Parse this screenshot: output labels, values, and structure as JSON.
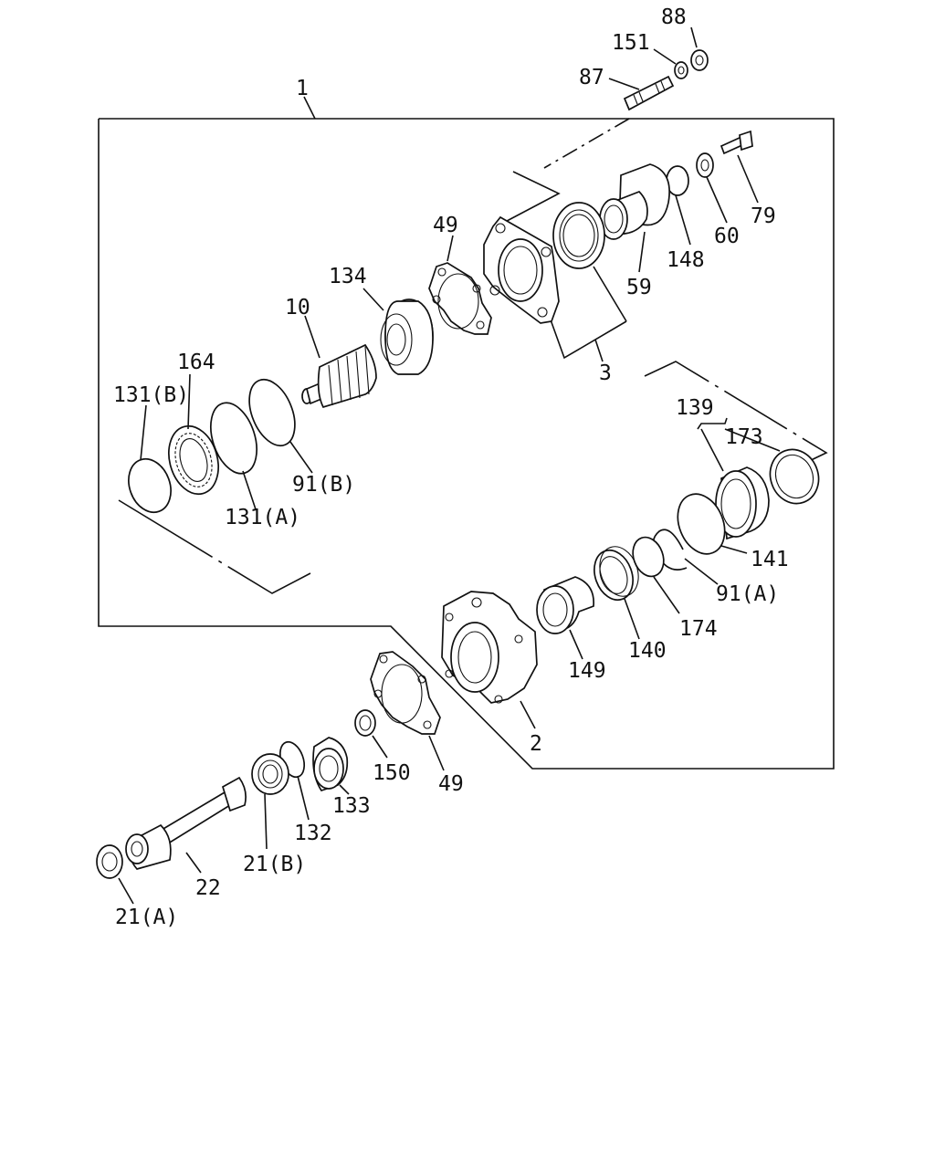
{
  "diagram": {
    "labels": {
      "l1": "1",
      "l2": "2",
      "l3": "3",
      "l10": "10",
      "l21a": "21(A)",
      "l21b": "21(B)",
      "l22": "22",
      "l49a": "49",
      "l49b": "49",
      "l59": "59",
      "l60": "60",
      "l79": "79",
      "l87": "87",
      "l88": "88",
      "l91a": "91(A)",
      "l91b": "91(B)",
      "l131a": "131(A)",
      "l131b": "131(B)",
      "l132": "132",
      "l133": "133",
      "l134": "134",
      "l139": "139",
      "l140": "140",
      "l141": "141",
      "l148": "148",
      "l149": "149",
      "l150": "150",
      "l151": "151",
      "l164": "164",
      "l173": "173",
      "l174": "174"
    }
  }
}
